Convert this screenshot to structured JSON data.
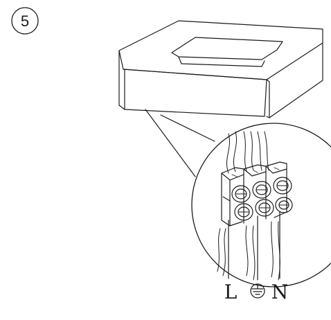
{
  "step": {
    "number": "5"
  },
  "labels": {
    "live": "L",
    "neutral": "N"
  },
  "icons": {
    "earth": "protective-earth-icon"
  },
  "colors": {
    "line": "#1a1a1a",
    "background": "#ffffff"
  }
}
